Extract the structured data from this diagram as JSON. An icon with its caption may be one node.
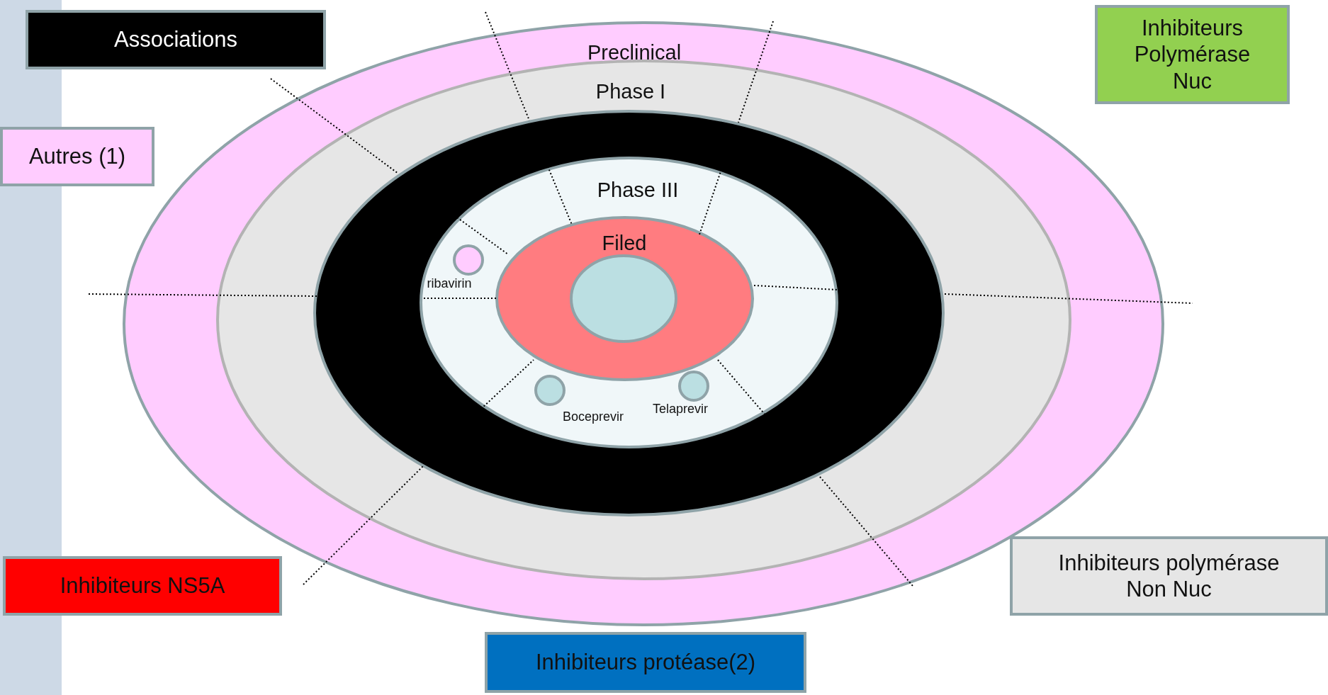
{
  "diagram": {
    "nodes": [
      {
        "text": [],
        "shape": "bar"
      },
      {
        "text": [
          "Associations"
        ]
      },
      {
        "text": [
          "Inhibiteurs Polymérase Nuc"
        ]
      },
      {
        "text": [
          "Autres (1)"
        ]
      },
      {
        "text": [
          "Preclinical"
        ]
      },
      {
        "text": [
          "Phase I"
        ],
        "in": 4
      },
      {
        "text": [],
        "shape": "ellipse",
        "in": 5
      },
      {
        "text": [
          "Phase III"
        ],
        "in": 6
      },
      {
        "text": [
          "Filed"
        ],
        "in": 7
      },
      {
        "text": [],
        "shape": "ellipse",
        "in": 8
      },
      {
        "text": [],
        "shape": "circle",
        "in": 7,
        "beside": [
          "ribavirin"
        ]
      },
      {
        "text": [],
        "shape": "circle",
        "in": 7,
        "beside": [
          "Boceprevir"
        ]
      },
      {
        "text": [],
        "shape": "circle",
        "in": 7,
        "beside": [
          "Telaprevir"
        ]
      },
      {
        "text": [
          "Inhibiteurs NS5A"
        ]
      },
      {
        "text": [
          "Inhibiteurs polymérase Non Nuc"
        ]
      },
      {
        "text": [
          "Inhibiteurs protéase(2)"
        ]
      }
    ]
  }
}
